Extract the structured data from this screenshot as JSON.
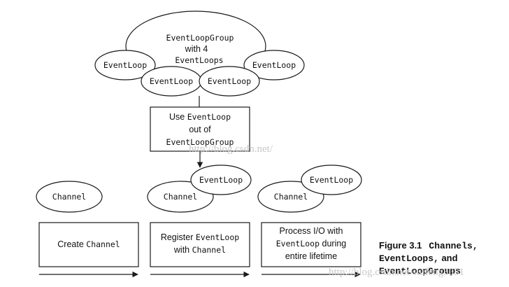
{
  "group": {
    "line1": "EventLoopGroup",
    "line2": "with 4",
    "line3": "EventLoops",
    "loops": [
      "EventLoop",
      "EventLoop",
      "EventLoop",
      "EventLoop"
    ]
  },
  "use_box": {
    "line1_sans": "Use ",
    "line1_mono": "EventLoop",
    "line2": "out of",
    "line3": "EventLoopGroup"
  },
  "channels": {
    "channel_label": "Channel",
    "eventloop_label": "EventLoop"
  },
  "steps": [
    {
      "sans": "Create ",
      "mono": "Channel"
    },
    {
      "line1_sans": "Register ",
      "line1_mono": "EventLoop",
      "line2_sans": "with ",
      "line2_mono": "Channel"
    },
    {
      "line1": "Process I/O with",
      "line2_mono": "EventLoop",
      "line2_sans": " during",
      "line3": "entire lifetime"
    }
  ],
  "caption": {
    "label": "Figure 3.1",
    "line1_mono": "Channels,",
    "line2_mono": "EventLoops,",
    "line2_sans": " and",
    "line3_mono": "EventLoopGroups"
  },
  "watermark": {
    "text1": "http://blog.csdn.net/",
    "text2": "http://blog.csdn.net/suifeng3051"
  }
}
